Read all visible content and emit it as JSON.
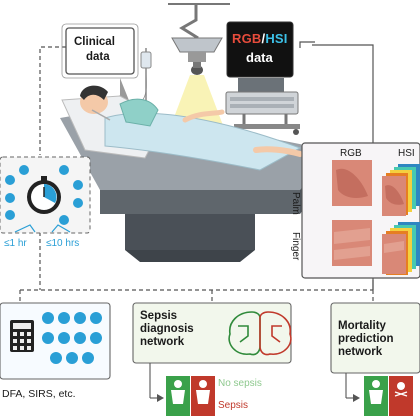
{
  "clinical_data": {
    "label_line1": "Clinical",
    "label_line2": "data"
  },
  "monitor": {
    "rgb": "RGB",
    "slash": "/",
    "hsi": "HSI",
    "data": "data"
  },
  "timer": {
    "min_label": "≤1 hr",
    "max_label": "≤10 hrs"
  },
  "panel": {
    "col_rgb": "RGB",
    "col_hsi": "HSI",
    "row_palm": "Palm",
    "row_finger": "Finger"
  },
  "scores_caption": "DFA, SIRS, etc.",
  "sepsis_network": {
    "title": "Sepsis diagnosis network",
    "out_no": "No sepsis",
    "out_yes": "Sepsis"
  },
  "mortality_network": {
    "title": "Mortality prediction network"
  },
  "colors": {
    "accent_blue": "#2a9fd6",
    "sepsis_red": "#c0392b",
    "no_sepsis_green": "#3aa14a",
    "frame_gray": "#555555",
    "box_green_fill": "#f2f7ec",
    "panel_pink": "#f1eef2"
  }
}
